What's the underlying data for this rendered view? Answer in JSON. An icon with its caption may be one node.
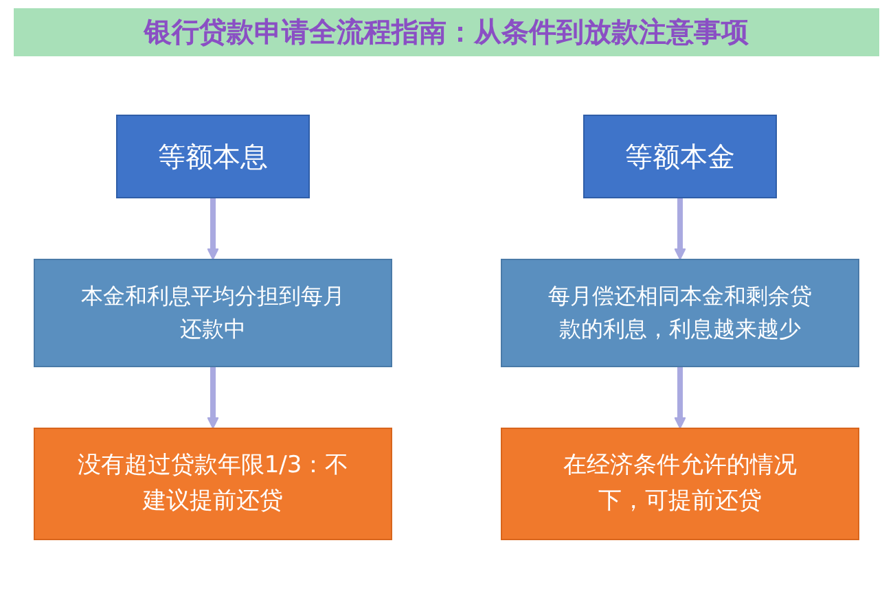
{
  "diagram": {
    "title": "银行贷款申请全流程指南：从条件到放款注意事项",
    "nodes": [
      {
        "text": [
          "等额本息"
        ]
      },
      {
        "text": [
          "本金和利息平均分担到每月还款中"
        ]
      },
      {
        "text": [
          "没有超过贷款年限1/3：不建议提前还贷"
        ]
      },
      {
        "text": [
          "等额本金"
        ]
      },
      {
        "text": [
          "每月偿还相同本金和剩余贷款的利息，利息越来越少"
        ]
      },
      {
        "text": [
          "在经济条件允许的情况下，可提前还贷"
        ]
      }
    ],
    "edges": [
      {
        "from": 0,
        "to": 1,
        "arrow": "to"
      },
      {
        "from": 1,
        "to": 2,
        "arrow": "to"
      },
      {
        "from": 3,
        "to": 4,
        "arrow": "to"
      },
      {
        "from": 4,
        "to": 5,
        "arrow": "to"
      }
    ]
  }
}
